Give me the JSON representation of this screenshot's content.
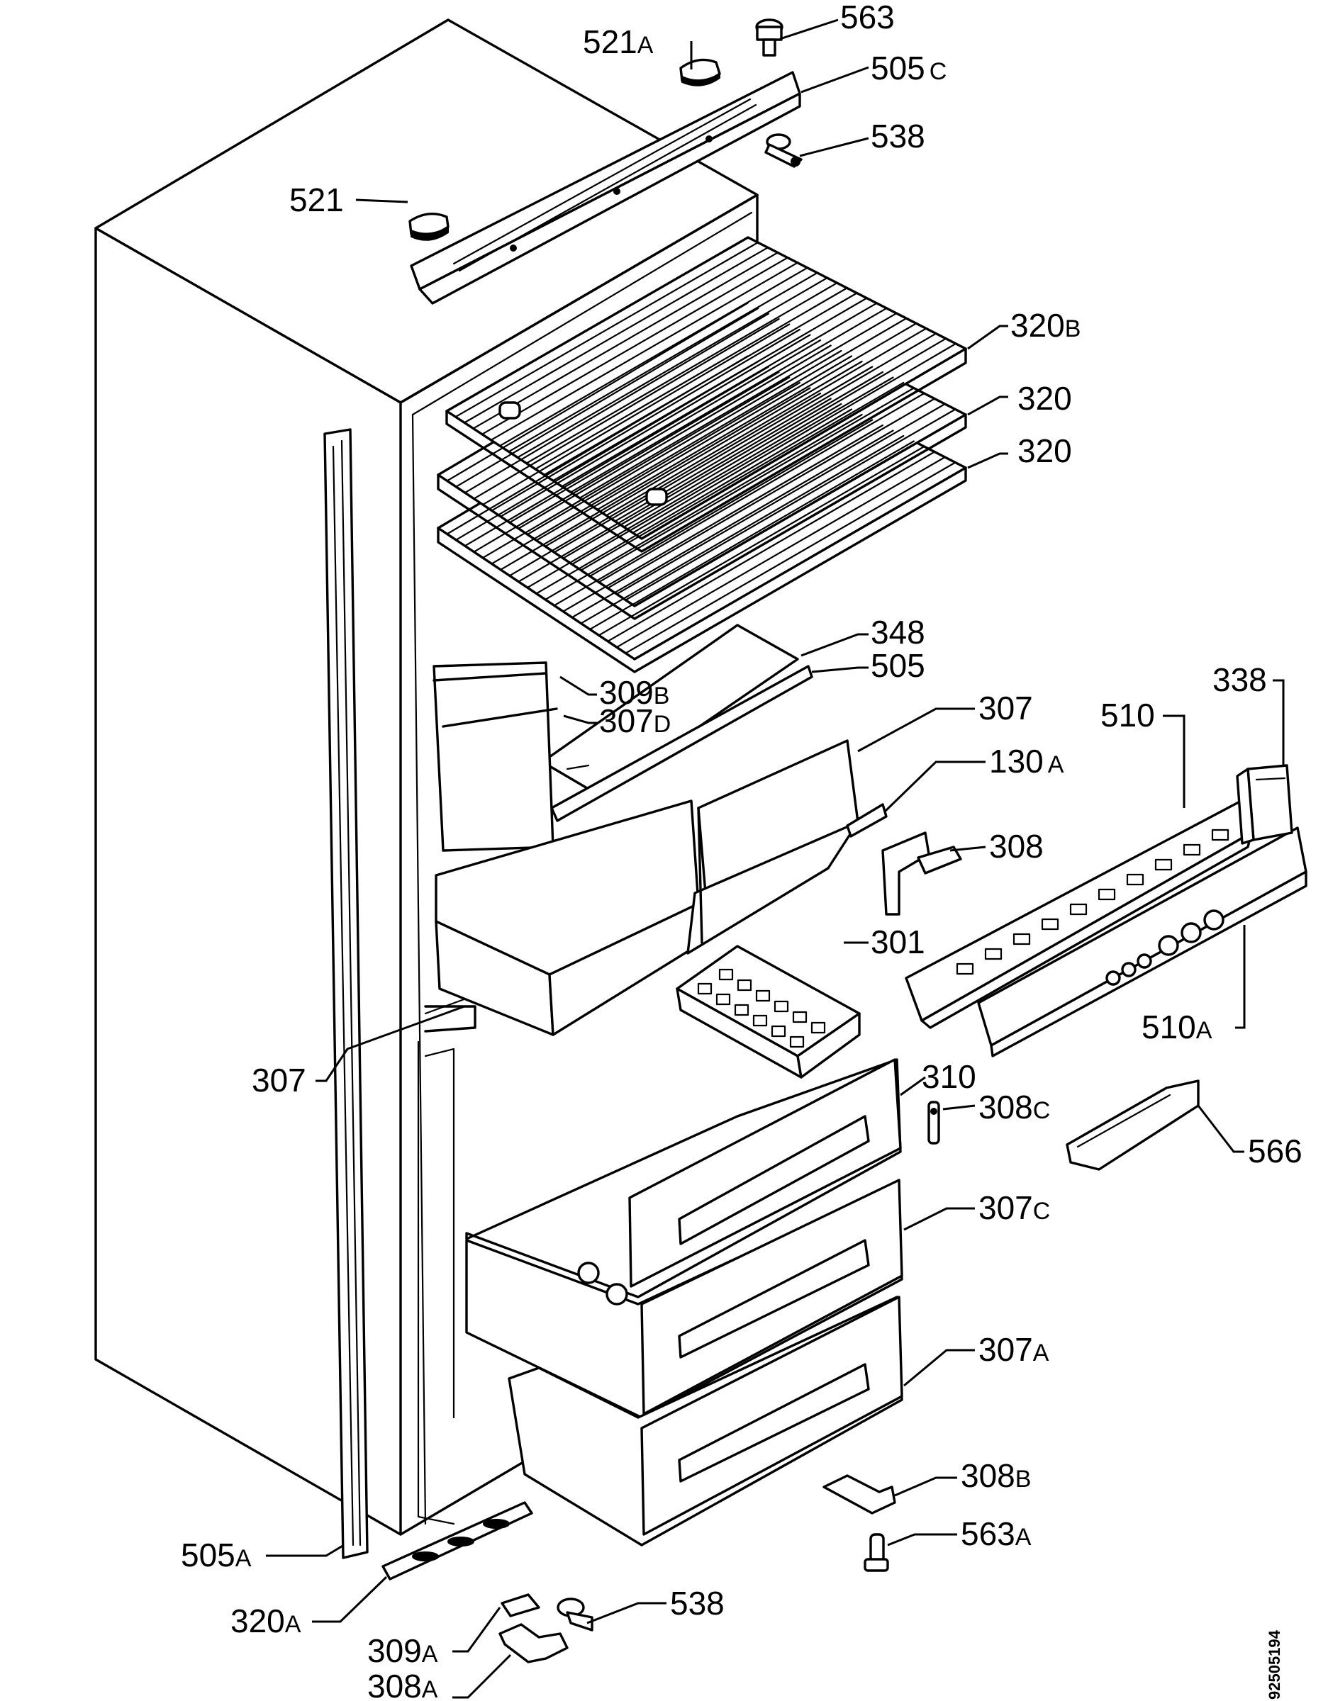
{
  "document_number": "92505194",
  "callouts": [
    {
      "id": "c563",
      "num": "563",
      "suf": ""
    },
    {
      "id": "c521A",
      "num": "521",
      "suf": "A"
    },
    {
      "id": "c505C",
      "num": "505",
      "suf": "C"
    },
    {
      "id": "c538t",
      "num": "538",
      "suf": ""
    },
    {
      "id": "c521",
      "num": "521",
      "suf": ""
    },
    {
      "id": "c320B",
      "num": "320",
      "suf": "B"
    },
    {
      "id": "c320a",
      "num": "320",
      "suf": ""
    },
    {
      "id": "c320b",
      "num": "320",
      "suf": ""
    },
    {
      "id": "c348",
      "num": "348",
      "suf": ""
    },
    {
      "id": "c309B",
      "num": "309",
      "suf": "B"
    },
    {
      "id": "c505",
      "num": "505",
      "suf": ""
    },
    {
      "id": "c307D",
      "num": "307",
      "suf": "D"
    },
    {
      "id": "c307r",
      "num": "307",
      "suf": ""
    },
    {
      "id": "c338",
      "num": "338",
      "suf": ""
    },
    {
      "id": "c510",
      "num": "510",
      "suf": ""
    },
    {
      "id": "c130A",
      "num": "130",
      "suf": "A"
    },
    {
      "id": "c308",
      "num": "308",
      "suf": ""
    },
    {
      "id": "c301",
      "num": "301",
      "suf": ""
    },
    {
      "id": "c510A",
      "num": "510",
      "suf": "A"
    },
    {
      "id": "c307l",
      "num": "307",
      "suf": ""
    },
    {
      "id": "c310",
      "num": "310",
      "suf": ""
    },
    {
      "id": "c308C",
      "num": "308",
      "suf": "C"
    },
    {
      "id": "c566",
      "num": "566",
      "suf": ""
    },
    {
      "id": "c307C",
      "num": "307",
      "suf": "C"
    },
    {
      "id": "c307A",
      "num": "307",
      "suf": "A"
    },
    {
      "id": "c308B",
      "num": "308",
      "suf": "B"
    },
    {
      "id": "c563A",
      "num": "563",
      "suf": "A"
    },
    {
      "id": "c505A",
      "num": "505",
      "suf": "A"
    },
    {
      "id": "c320A",
      "num": "320",
      "suf": "A"
    },
    {
      "id": "c538b",
      "num": "538",
      "suf": ""
    },
    {
      "id": "c309A",
      "num": "309",
      "suf": "A"
    },
    {
      "id": "c308A",
      "num": "308",
      "suf": "A"
    }
  ]
}
